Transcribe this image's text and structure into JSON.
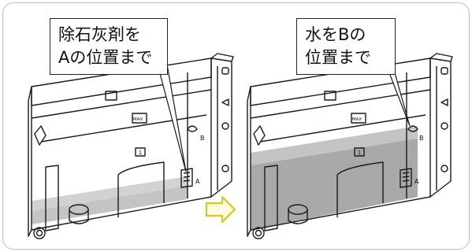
{
  "callouts": {
    "left": {
      "line1": "除石灰剤を",
      "line2": "Aの位置まで"
    },
    "right": {
      "line1": "水をBの",
      "line2": "位置まで"
    }
  },
  "tank_labels": {
    "max": "MAX",
    "one": "1",
    "a": "A",
    "b": "B"
  },
  "colors": {
    "frame": "#bdbdbd",
    "liquid_light": "#cfcfcf",
    "liquid_dark": "#a9a9a9",
    "arrow": "#d6c81e",
    "outline": "#1a1a1a"
  },
  "fill_levels": {
    "left_tank": "A",
    "right_tank": "B"
  }
}
